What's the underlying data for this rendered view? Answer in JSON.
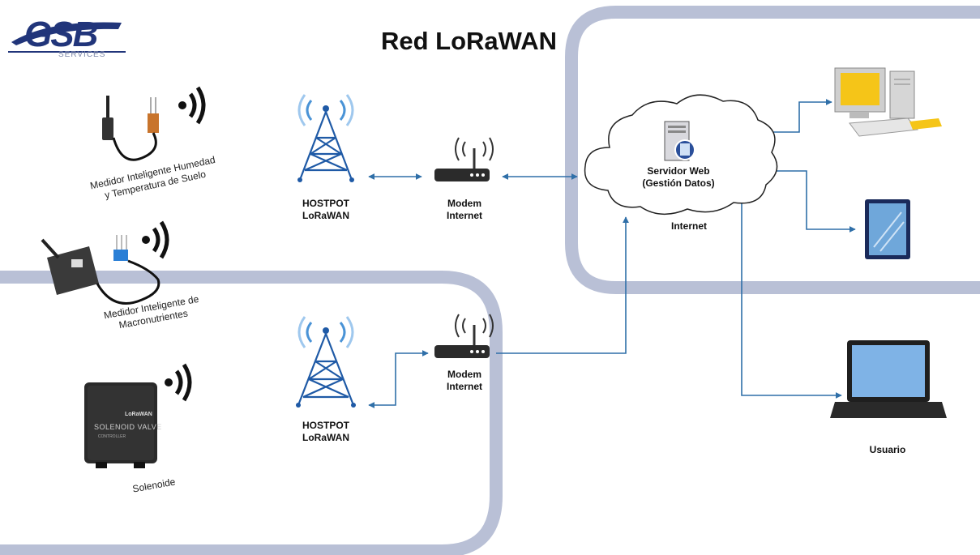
{
  "title": "Red LoRaWAN",
  "logo": {
    "brand": "GSB",
    "sub": "SERVICES"
  },
  "devices": [
    {
      "label_line1": "Medidor Inteligente Humedad",
      "label_line2": "y Temperatura de Suelo"
    },
    {
      "label_line1": "Medidor Inteligente de",
      "label_line2": "Macronutrientes"
    },
    {
      "label_line1": "Solenoide",
      "panel_brand": "LoRaWAN",
      "panel_text": "SOLENOID VALVE",
      "panel_sub": "CONTROLLER"
    }
  ],
  "gateways": [
    {
      "line1": "HOSTPOT",
      "line2": "LoRaWAN"
    },
    {
      "line1": "HOSTPOT",
      "line2": "LoRaWAN"
    }
  ],
  "modems": [
    {
      "line1": "Modem",
      "line2": "Internet"
    },
    {
      "line1": "Modem",
      "line2": "Internet"
    }
  ],
  "server": {
    "line1": "Servidor Web",
    "line2": "(Gestión Datos)"
  },
  "cloud_label": "Internet",
  "user_label": "Usuario",
  "colors": {
    "band": "#b9c0d6",
    "connector": "#2f6fa8",
    "tower": "#1f5aa6",
    "wave": "#4a93d6",
    "screen": "#f5c518",
    "laptop_screen": "#7fb3e6"
  }
}
